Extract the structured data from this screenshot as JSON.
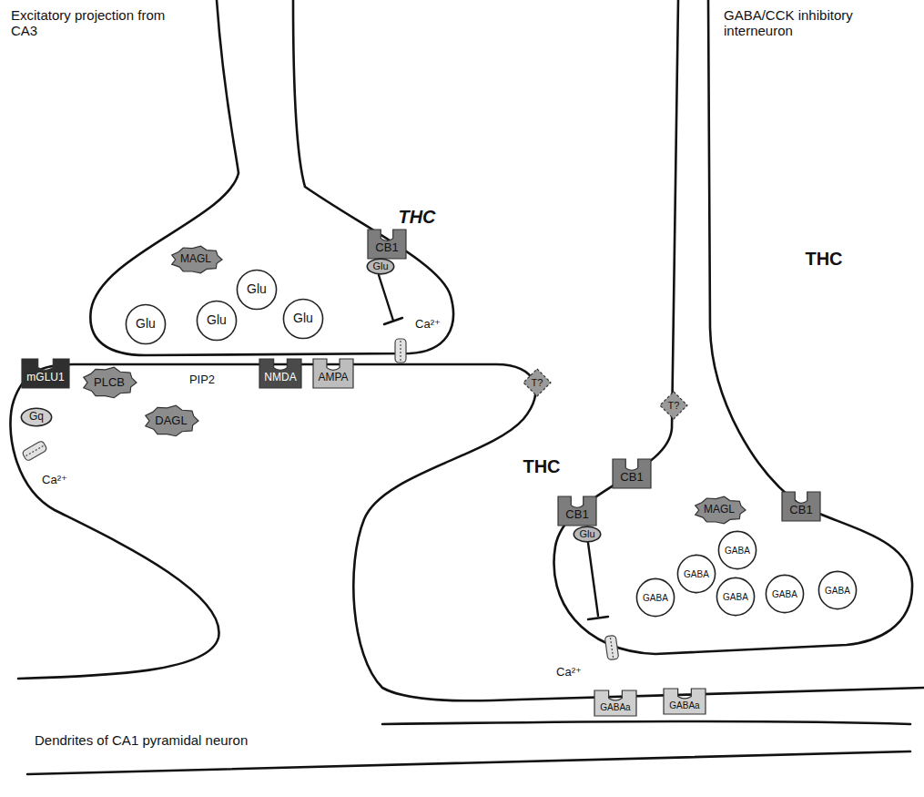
{
  "diagram": {
    "nodes": [
      {
        "text": [
          "MAGL"
        ]
      },
      {
        "text": [
          "CB1"
        ]
      },
      {
        "text": [
          "Glu"
        ]
      },
      {
        "text": [
          "Glu"
        ]
      },
      {
        "text": [
          "Glu"
        ]
      },
      {
        "text": [
          "Glu"
        ]
      },
      {
        "text": [
          "Glu"
        ]
      },
      {
        "text": [
          "mGLU1"
        ]
      },
      {
        "text": [
          "PLCB"
        ]
      },
      {
        "text": [
          "NMDA"
        ]
      },
      {
        "text": [
          "AMPA"
        ]
      },
      {
        "text": [
          "T?"
        ]
      },
      {
        "text": [
          "Gq"
        ]
      },
      {
        "text": [
          "DAGL"
        ]
      },
      {
        "text": [
          "T?"
        ]
      },
      {
        "text": [
          "CB1"
        ]
      },
      {
        "text": [
          "CB1"
        ]
      },
      {
        "text": [
          "MAGL"
        ]
      },
      {
        "text": [
          "CB1"
        ]
      },
      {
        "text": [
          "Glu"
        ]
      },
      {
        "text": [
          "GABA"
        ]
      },
      {
        "text": [
          "GABA"
        ]
      },
      {
        "text": [
          "GABA"
        ]
      },
      {
        "text": [
          "GABA"
        ]
      },
      {
        "text": [
          "GABA"
        ]
      },
      {
        "text": [
          "GABA"
        ]
      },
      {
        "text": [
          "GABAa"
        ]
      },
      {
        "text": [
          "GABAa"
        ]
      }
    ],
    "labels": [
      "Excitatory projection from CA3",
      "GABA/CCK inhibitory interneuron",
      "THC",
      "Ca²⁺",
      "PIP2",
      "Ca²⁺",
      "THC",
      "THC",
      "Ca²⁺",
      "Dendrites of CA1 pyramidal neuron"
    ]
  }
}
